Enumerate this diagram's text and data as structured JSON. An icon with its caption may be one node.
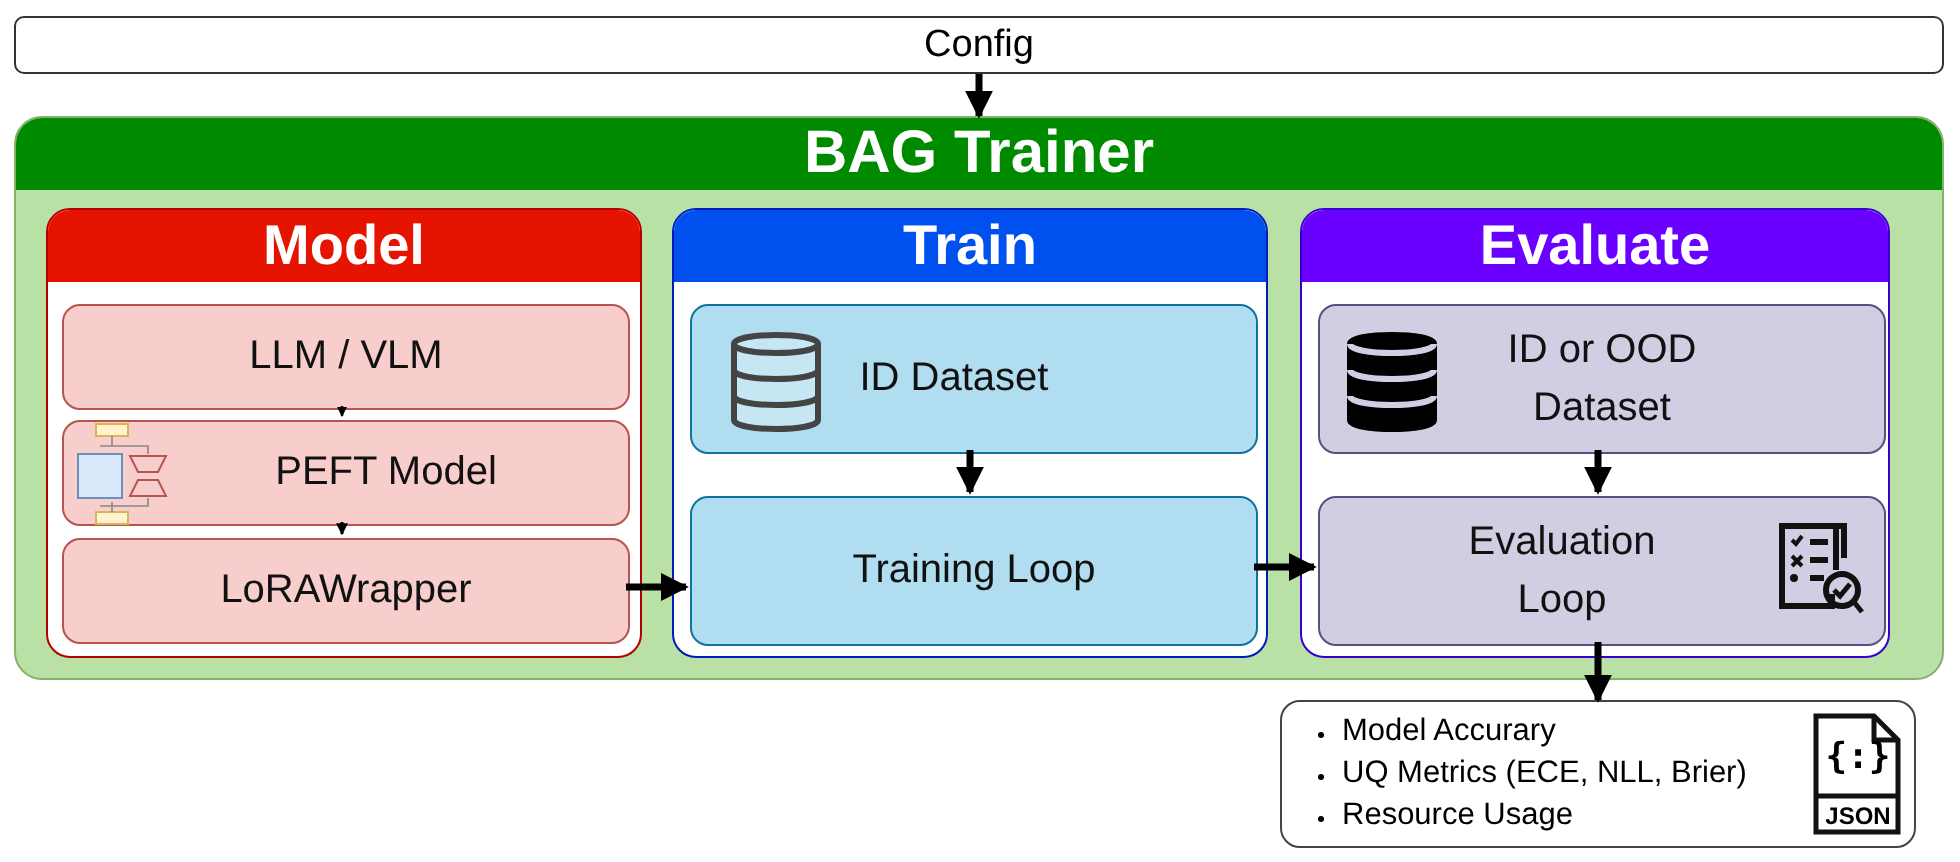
{
  "diagram": {
    "nodes": [
      {
        "text": [
          "Config"
        ]
      },
      {
        "text": [
          "BAG Trainer"
        ]
      },
      {
        "text": [
          "Model"
        ],
        "in": 1
      },
      {
        "text": [
          "LLM / VLM"
        ],
        "in": 2
      },
      {
        "text": [
          "PEFT Model"
        ],
        "in": 2
      },
      {
        "text": [
          "LoRAWrapper"
        ],
        "in": 2
      },
      {
        "text": [
          "Train"
        ],
        "in": 1
      },
      {
        "text": [
          "ID Dataset"
        ],
        "in": 6
      },
      {
        "text": [
          "Training Loop"
        ],
        "in": 6
      },
      {
        "text": [
          "Evaluate"
        ],
        "in": 1
      },
      {
        "text": [
          "ID or OOD Dataset"
        ],
        "in": 9
      },
      {
        "text": [
          "Evaluation Loop"
        ],
        "in": 9
      },
      {
        "text": [
          "Model Accurary",
          "UQ Metrics (ECE, NLL, Brier)",
          "Resource Usage"
        ]
      }
    ],
    "edges": [
      {
        "from": 0,
        "to": 1,
        "arrow": "to"
      },
      {
        "from": 3,
        "to": 4,
        "arrow": "to"
      },
      {
        "from": 4,
        "to": 5,
        "arrow": "to"
      },
      {
        "from": 5,
        "to": 8,
        "arrow": "to"
      },
      {
        "from": 7,
        "to": 8,
        "arrow": "to"
      },
      {
        "from": 8,
        "to": 11,
        "arrow": "to"
      },
      {
        "from": 10,
        "to": 11,
        "arrow": "to"
      },
      {
        "from": 11,
        "to": 12,
        "arrow": "to"
      }
    ],
    "labels": [
      "{:}",
      "JSON"
    ]
  }
}
